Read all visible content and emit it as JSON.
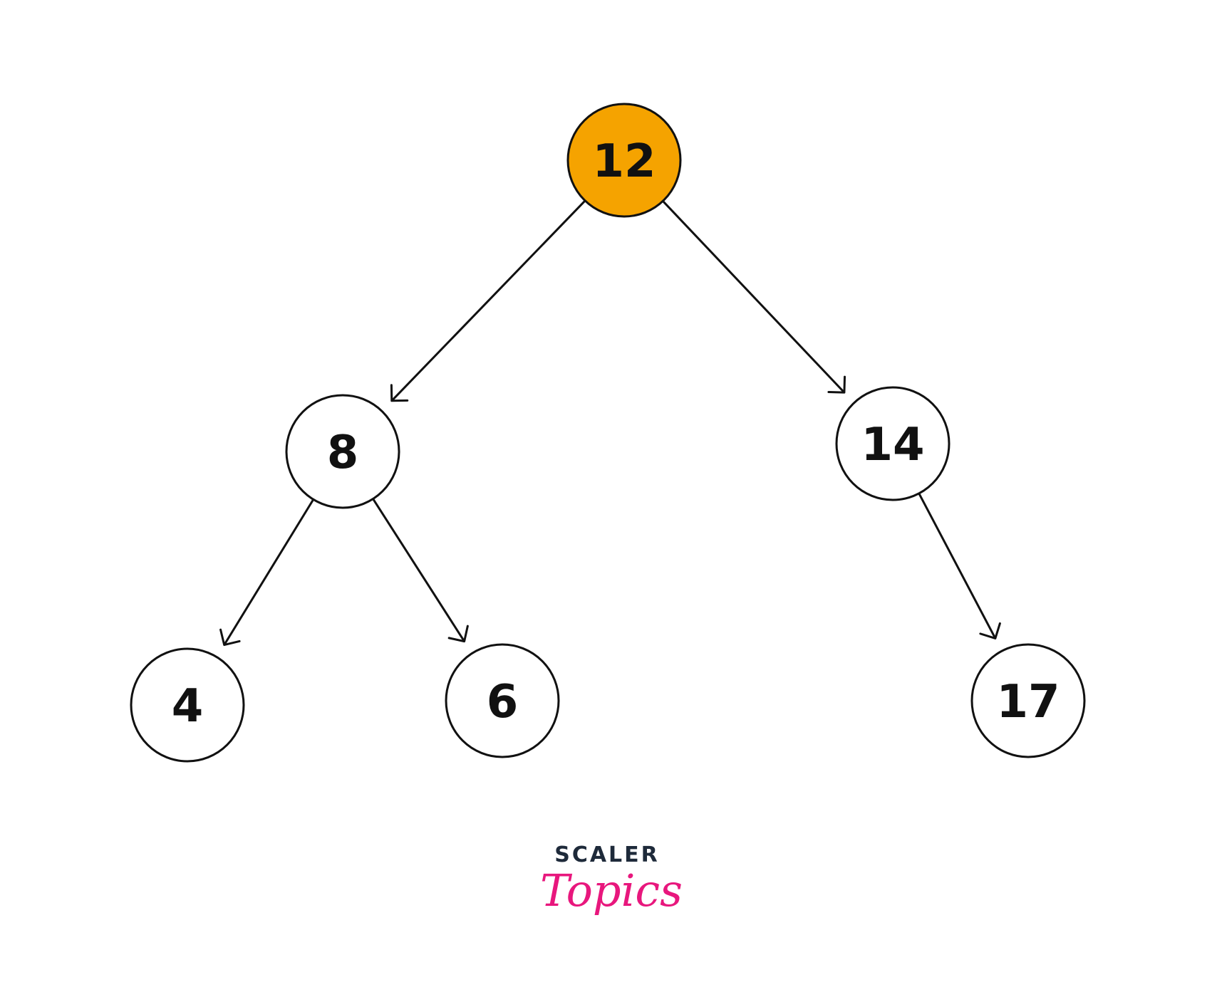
{
  "diagram": {
    "type": "binary-tree",
    "nodes": [
      {
        "id": "n12",
        "label": "12",
        "highlighted": true
      },
      {
        "id": "n8",
        "label": "8",
        "highlighted": false
      },
      {
        "id": "n14",
        "label": "14",
        "highlighted": false
      },
      {
        "id": "n4",
        "label": "4",
        "highlighted": false
      },
      {
        "id": "n6",
        "label": "6",
        "highlighted": false
      },
      {
        "id": "n17",
        "label": "17",
        "highlighted": false
      }
    ],
    "edges": [
      {
        "from": "n12",
        "to": "n8"
      },
      {
        "from": "n12",
        "to": "n14"
      },
      {
        "from": "n8",
        "to": "n4"
      },
      {
        "from": "n8",
        "to": "n6"
      },
      {
        "from": "n14",
        "to": "n17"
      }
    ],
    "colors": {
      "highlight_fill": "#F5A300",
      "node_fill": "#FFFFFF",
      "stroke": "#111111"
    }
  },
  "brand": {
    "line1": "SCALER",
    "line2": "Topics",
    "line1_color": "#1E2A3A",
    "line2_color": "#E8177D"
  }
}
